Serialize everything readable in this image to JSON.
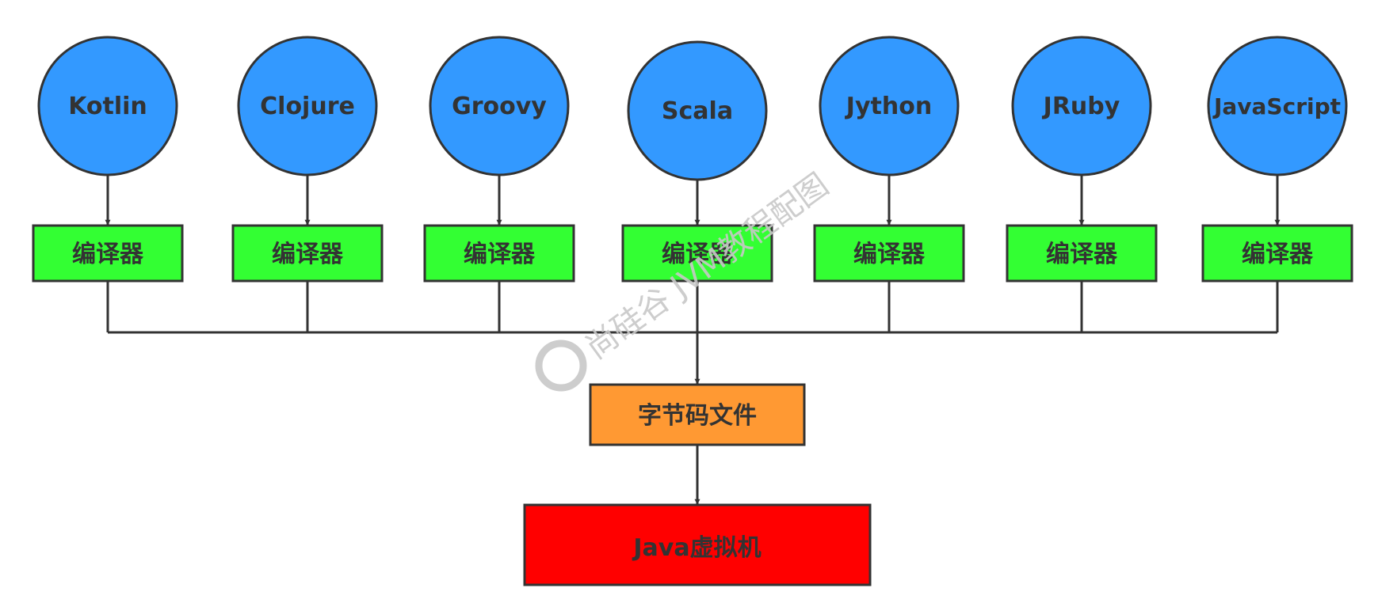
{
  "languages": [
    "Kotlin",
    "Clojure",
    "Groovy",
    "Scala",
    "Jython",
    "JRuby",
    "JavaScript"
  ],
  "compiler_label": "编译器",
  "bytecode_label": "字节码文件",
  "jvm_label": "Java虚拟机",
  "watermark_text": "尚硅谷 JVM教程配图",
  "colors": {
    "language_fill": "#3399ff",
    "compiler_fill": "#33ff33",
    "bytecode_fill": "#ff9933",
    "jvm_fill": "#ff0000",
    "stroke": "#333333",
    "text": "#333333",
    "watermark": "#c8c8c8"
  }
}
